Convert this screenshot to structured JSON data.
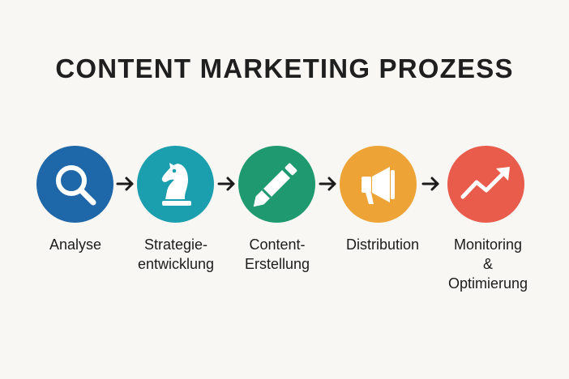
{
  "title": "CONTENT MARKETING PROZESS",
  "steps": [
    {
      "label_lines": [
        "Analyse"
      ],
      "icon": "magnifier-icon",
      "color": "#1e67a8"
    },
    {
      "label_lines": [
        "Strategie-",
        "entwicklung"
      ],
      "icon": "chess-knight-icon",
      "color": "#1b9fae"
    },
    {
      "label_lines": [
        "Content-",
        "Erstellung"
      ],
      "icon": "pencil-icon",
      "color": "#1f9a70"
    },
    {
      "label_lines": [
        "Distribution"
      ],
      "icon": "megaphone-icon",
      "color": "#eda336"
    },
    {
      "label_lines": [
        "Monitoring",
        "&",
        "Optimierung"
      ],
      "icon": "trend-up-icon",
      "color": "#e95b4b"
    }
  ],
  "arrow_color": "#1c1c1c"
}
